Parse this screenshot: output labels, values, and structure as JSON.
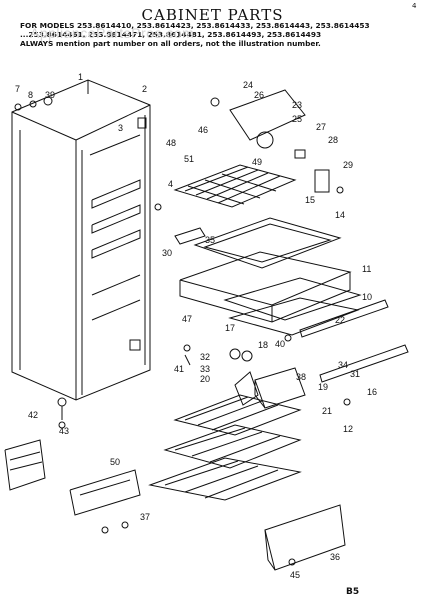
{
  "title": "CABINET PARTS",
  "models_line1": "FOR MODELS 253.8614410, 253.8614423, 253.8614433, 253.8614443, 253.8614453",
  "models_line2": "...253.8614461, 253.8614471, 253.8614481, 253.8614493, 253.8614493",
  "models_line3": "ALWAYS mention part number on all orders, not the illustration number.",
  "watermark": "AppliancePartsPros.com",
  "page_id": "B5",
  "corner_mark": "4",
  "callouts": [
    "1",
    "2",
    "3",
    "4",
    "7",
    "8",
    "10",
    "11",
    "12",
    "14",
    "15",
    "16",
    "17",
    "18",
    "19",
    "20",
    "21",
    "22",
    "23",
    "24",
    "25",
    "26",
    "27",
    "28",
    "29",
    "30",
    "31",
    "32",
    "33",
    "34",
    "35",
    "36",
    "37",
    "38",
    "39",
    "40",
    "41",
    "42",
    "43",
    "45",
    "46",
    "47",
    "48",
    "49",
    "50",
    "51"
  ]
}
